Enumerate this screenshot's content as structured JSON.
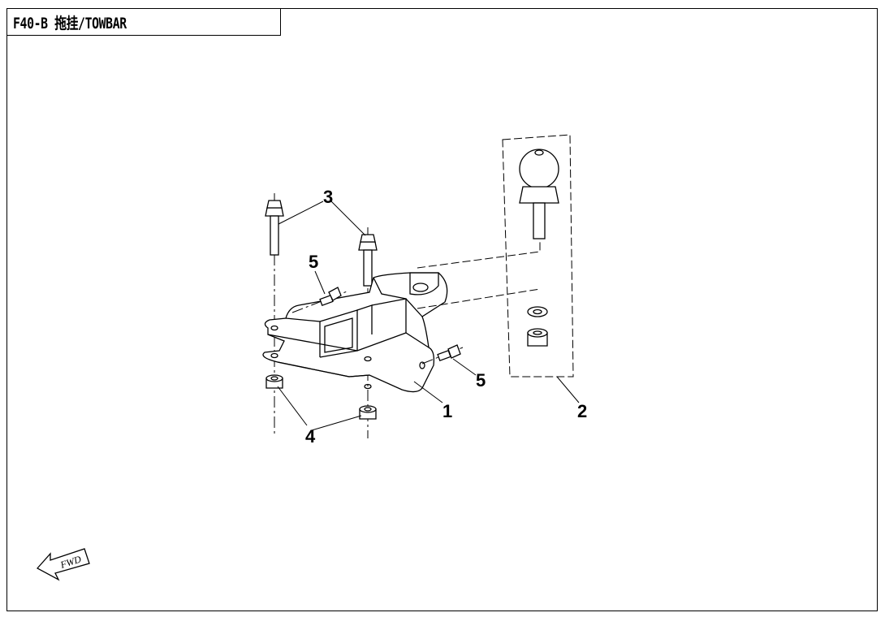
{
  "header": {
    "title": "F40-B 拖挂/TOWBAR"
  },
  "callouts": [
    {
      "id": "1",
      "label": "1"
    },
    {
      "id": "2",
      "label": "2"
    },
    {
      "id": "3",
      "label": "3"
    },
    {
      "id": "4",
      "label": "4"
    },
    {
      "id": "5a",
      "label": "5"
    },
    {
      "id": "5b",
      "label": "5"
    }
  ],
  "fwd_arrow": {
    "label": "FWD"
  },
  "colors": {
    "line": "#000000",
    "background": "#ffffff"
  }
}
